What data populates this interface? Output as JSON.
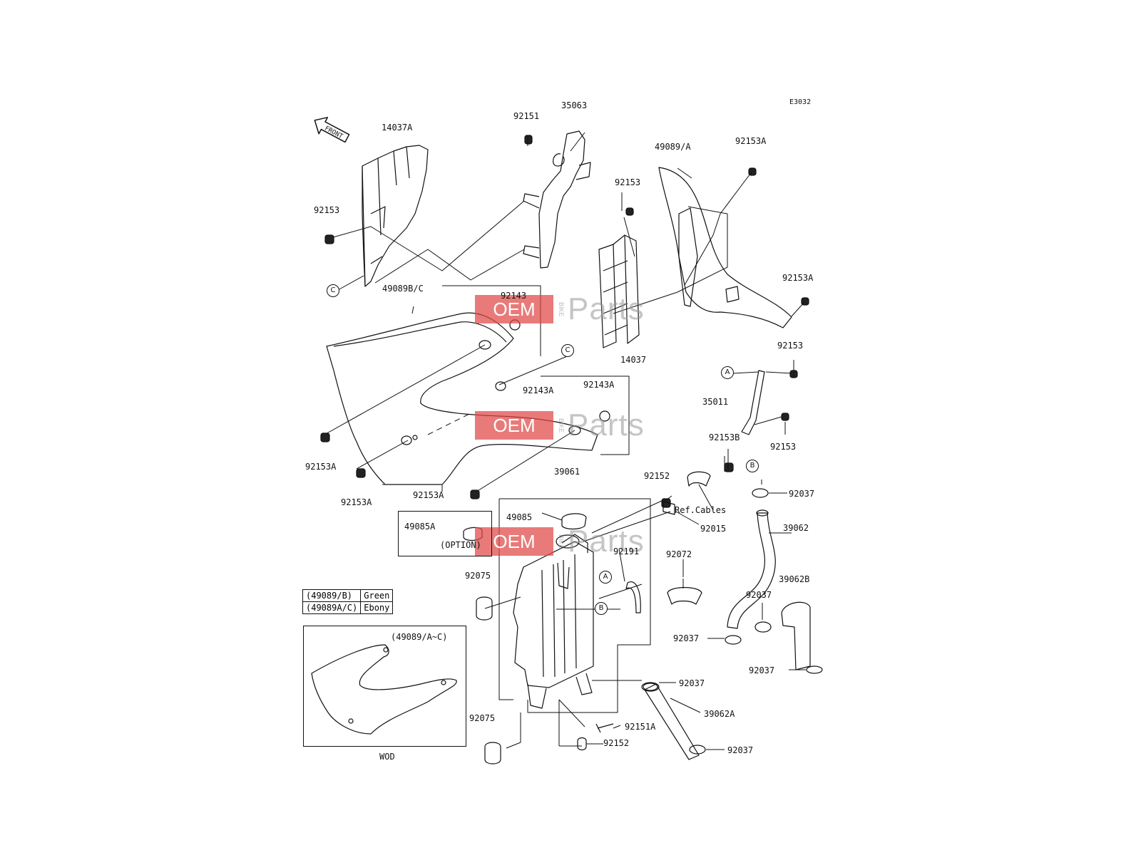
{
  "diagram_code": "E3032",
  "front_label": "FRONT",
  "watermark": {
    "oem": "OEM",
    "bike": "BIKE",
    "parts": "Parts"
  },
  "callouts": [
    "A",
    "B",
    "C"
  ],
  "parts": {
    "p14037A": "14037A",
    "p92151": "92151",
    "p35063": "35063",
    "p49089A": "49089/A",
    "p92153A_top": "92153A",
    "p92153_top": "92153",
    "p92153_left": "92153",
    "p49089BC": "49089B/C",
    "p92143": "92143",
    "p92153A_right": "92153A",
    "p14037": "14037",
    "p92153_mid": "92153",
    "p35011": "35011",
    "p92153_low": "92153",
    "p92143A_1": "92143A",
    "p92143A_2": "92143A",
    "p92153B": "92153B",
    "p92153A_l1": "92153A",
    "p92153A_l2": "92153A",
    "p92153A_l3": "92153A",
    "p39061": "39061",
    "p92152_top": "92152",
    "p92037_1": "92037",
    "ref_cables": "Ref.Cables",
    "p49085": "49085",
    "p92015": "92015",
    "p39062": "39062",
    "p49085A": "49085A",
    "option": "(OPTION)",
    "p92191": "92191",
    "p92072": "92072",
    "p92075_top": "92075",
    "p39062B": "39062B",
    "p92037_2": "92037",
    "p92037_3": "92037",
    "p92037_4": "92037",
    "p92037_5": "92037",
    "p39062A": "39062A",
    "p92075_bot": "92075",
    "p92151A": "92151A",
    "p92152_bot": "92152",
    "p92037_6": "92037"
  },
  "legend": [
    {
      "part": "(49089/B)",
      "color": "Green"
    },
    {
      "part": "(49089A/C)",
      "color": "Ebony"
    }
  ],
  "wod": {
    "title": "(49089/A~C)",
    "caption": "WOD"
  }
}
